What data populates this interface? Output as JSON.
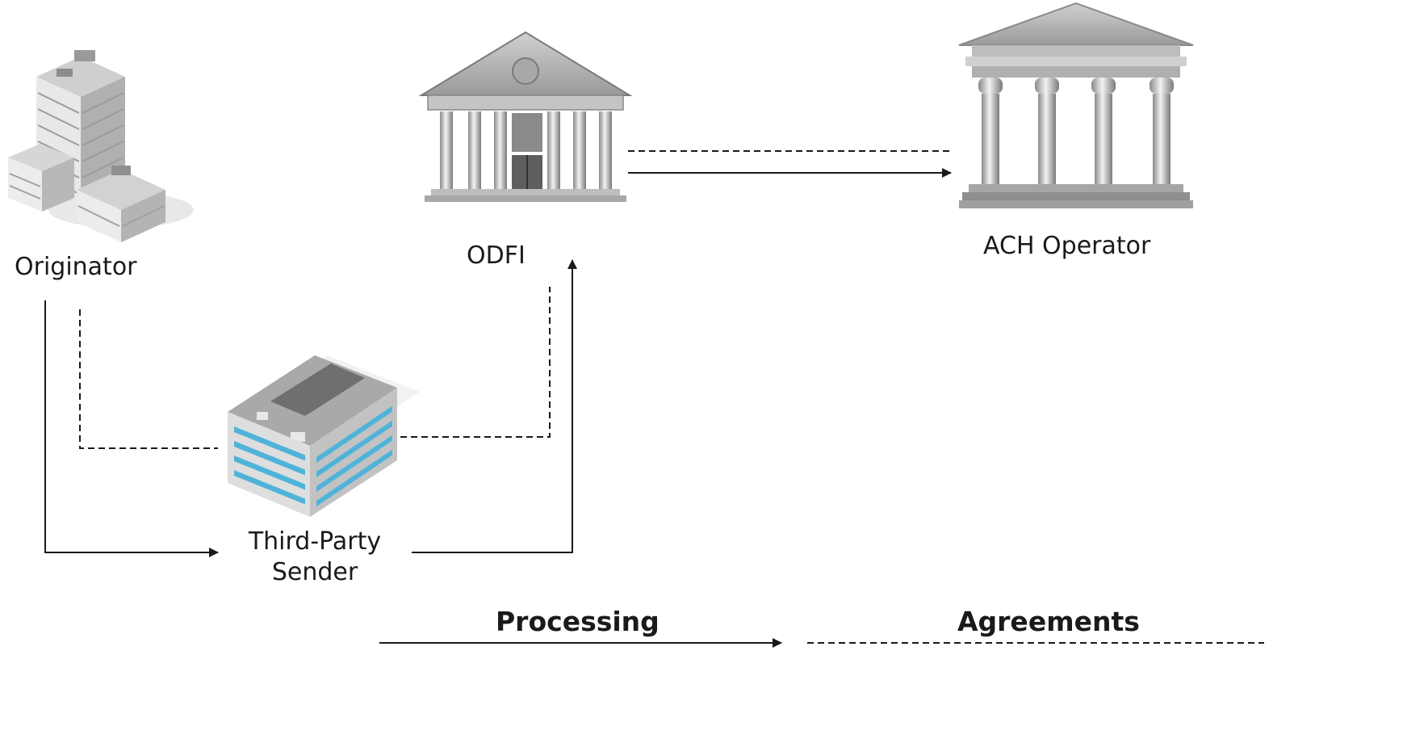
{
  "nodes": {
    "originator": {
      "label": "Originator"
    },
    "odfi": {
      "label": "ODFI"
    },
    "ach_operator": {
      "label": "ACH Operator"
    },
    "third_party_sender": {
      "label_line1": "Third-Party",
      "label_line2": "Sender"
    }
  },
  "legend": {
    "processing": "Processing",
    "agreements": "Agreements"
  },
  "colors": {
    "line": "#1a1a1a",
    "building_light": "#e6e6e6",
    "building_mid": "#b5b5b5",
    "building_dark": "#6e6e6e",
    "window_blue": "#4fb3d9"
  }
}
